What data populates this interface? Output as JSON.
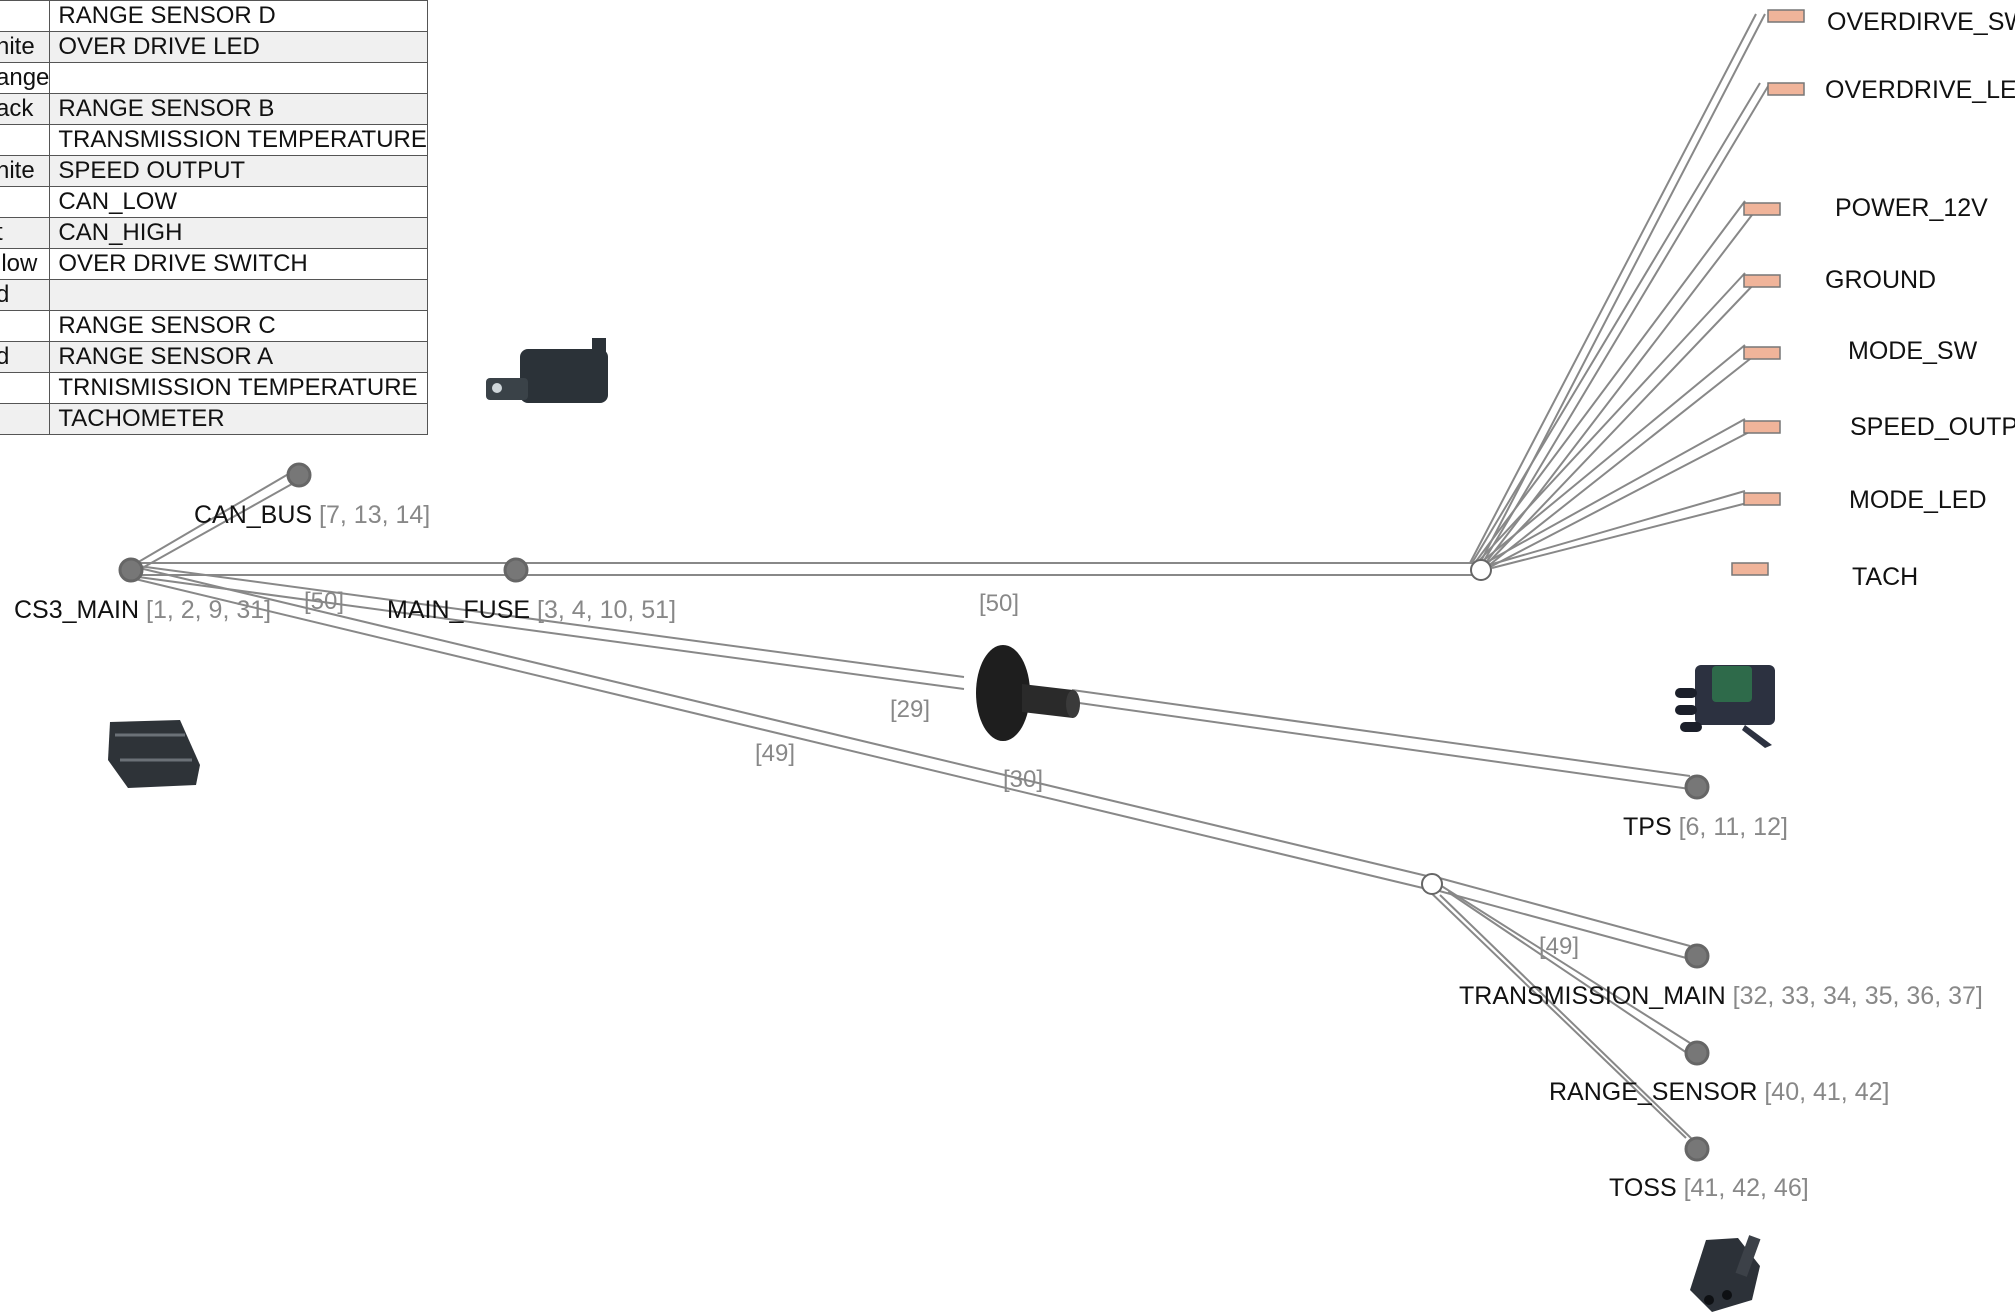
{
  "pin_table": [
    {
      "color": "",
      "function": "RANGE SENSOR D"
    },
    {
      "color": "hite",
      "function": "OVER DRIVE LED"
    },
    {
      "color": "ange",
      "function": ""
    },
    {
      "color": "ack",
      "function": "RANGE SENSOR B"
    },
    {
      "color": "",
      "function": "TRANSMISSION TEMPERATURE"
    },
    {
      "color": "nite",
      "function": "SPEED OUTPUT"
    },
    {
      "color": "",
      "function": "CAN_LOW"
    },
    {
      "color": "t",
      "function": "CAN_HIGH"
    },
    {
      "color": "llow",
      "function": "OVER DRIVE SWITCH"
    },
    {
      "color": "d",
      "function": ""
    },
    {
      "color": "",
      "function": "RANGE SENSOR C"
    },
    {
      "color": "d",
      "function": "RANGE SENSOR A"
    },
    {
      "color": "",
      "function": "TRNISMISSION TEMPERATURE"
    },
    {
      "color": "",
      "function": "TACHOMETER"
    }
  ],
  "connectors": {
    "can_bus": {
      "name": "CAN_BUS",
      "pins": "[7, 13, 14]"
    },
    "cs3_main": {
      "name": "CS3_MAIN",
      "pins": "[1, 2, 9, 31]"
    },
    "main_fuse": {
      "name": "MAIN_FUSE",
      "pins": "[3, 4, 10, 51]"
    },
    "tps": {
      "name": "TPS",
      "pins": "[6, 11, 12]"
    },
    "transmission_main": {
      "name": "TRANSMISSION_MAIN",
      "pins": "[32, 33, 34, 35, 36, 37]"
    },
    "range_sensor": {
      "name": "RANGE_SENSOR",
      "pins": "[40, 41, 42]"
    },
    "toss": {
      "name": "TOSS",
      "pins": "[41, 42, 46]"
    }
  },
  "segment_lengths": {
    "cs3_to_fuse": "[50]",
    "fuse_to_breakout": "[50]",
    "cs3_to_grommet": "[29]",
    "cs3_to_split": "[49]",
    "grommet_to_tps": "[30]",
    "split_to_trans": "[49]"
  },
  "terminals": [
    "OVERDIRVE_SW",
    "OVERDRIVE_LED",
    "POWER_12V",
    "GROUND",
    "MODE_SW",
    "SPEED_OUTPUT",
    "MODE_LED",
    "TACH"
  ],
  "colors": {
    "wire_stroke": "#888888",
    "node_fill": "#777777",
    "terminal_fill": "#f0b49a"
  }
}
